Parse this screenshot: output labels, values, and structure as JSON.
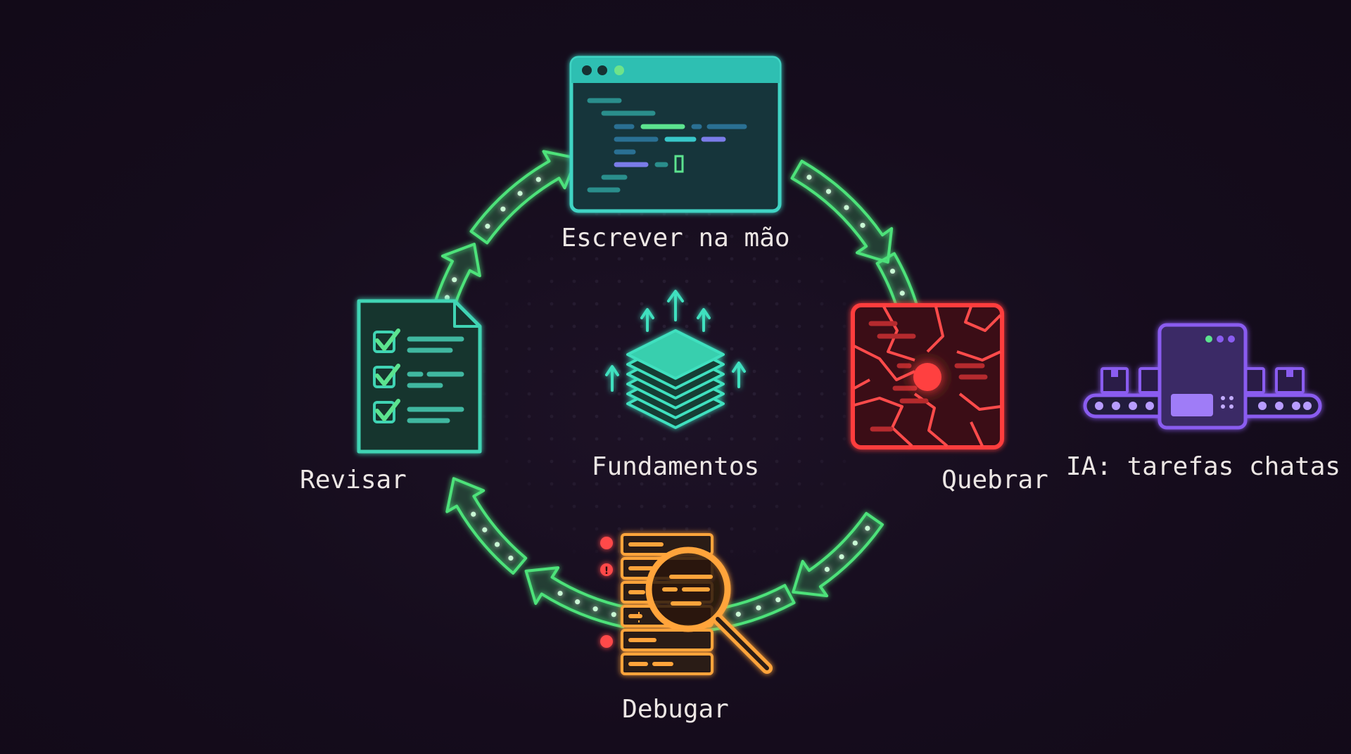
{
  "colors": {
    "background": "#150c1c",
    "cycle_arrows": "#4ee27a",
    "write": "#3fd4c4",
    "break": "#ff3d3d",
    "debug": "#ffa43a",
    "review": "#3fd4b4",
    "foundation": "#3fe0bf",
    "ai": "#8a5cf0",
    "label": "#ece6e4"
  },
  "center": {
    "label": "Fundamentos",
    "icon": "layered-stack-icon"
  },
  "nodes": [
    {
      "id": "write",
      "label": "Escrever na mão",
      "icon": "code-editor-window-icon"
    },
    {
      "id": "break",
      "label": "Quebrar",
      "icon": "cracked-screen-icon"
    },
    {
      "id": "debug",
      "label": "Debugar",
      "icon": "magnifier-log-icon"
    },
    {
      "id": "review",
      "label": "Revisar",
      "icon": "checklist-document-icon"
    }
  ],
  "side": {
    "label": "IA: tarefas chatas",
    "icon": "conveyor-machine-icon"
  }
}
